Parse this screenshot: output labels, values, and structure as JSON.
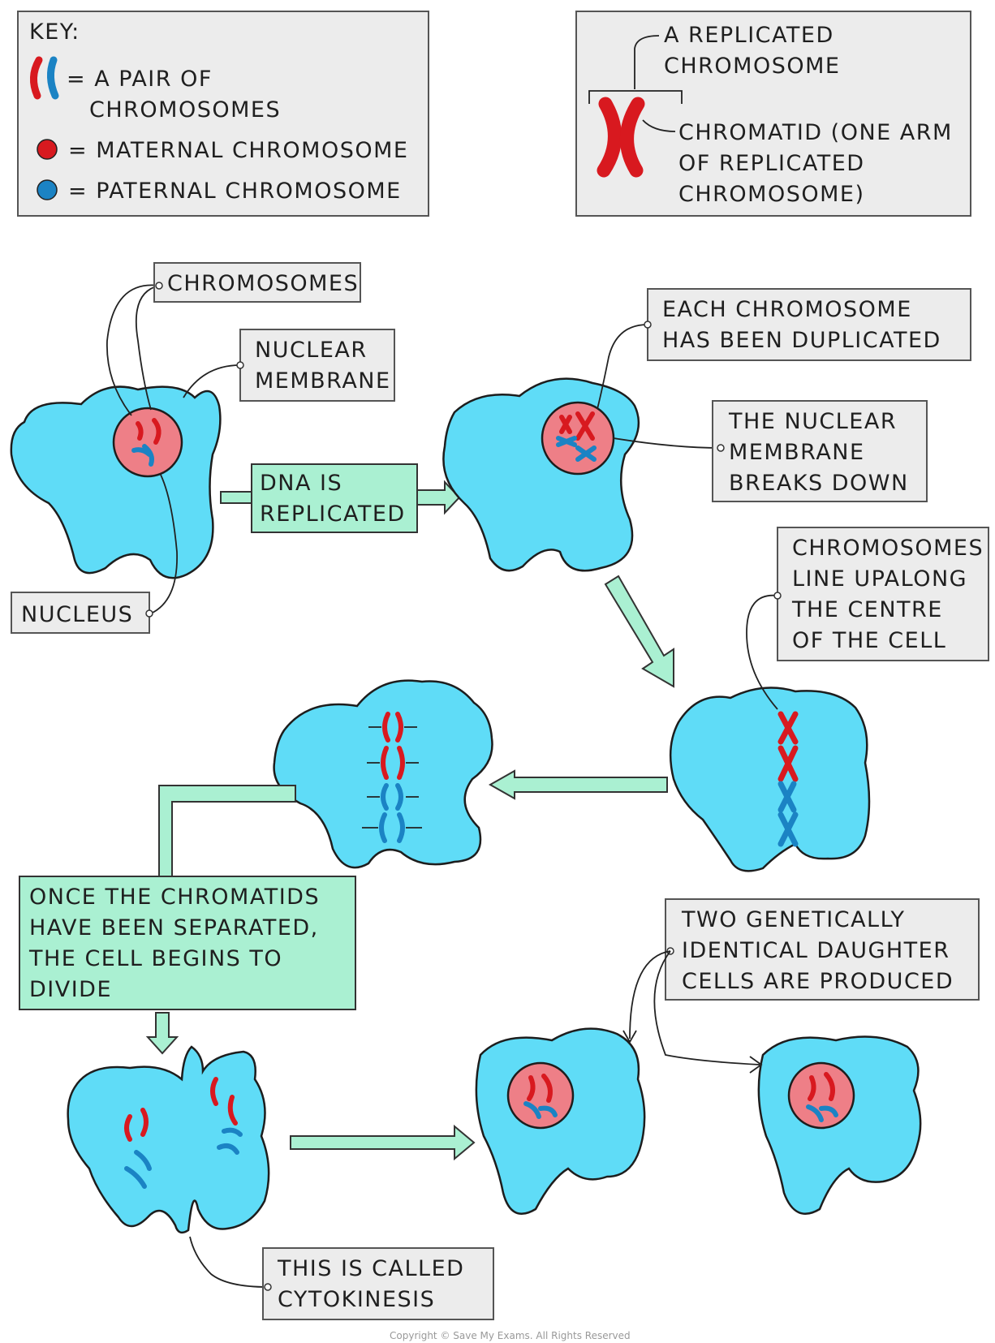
{
  "key": {
    "title": "KEY:",
    "pair_line1": "= A PAIR OF",
    "pair_line2": "CHROMOSOMES",
    "maternal": "= MATERNAL CHROMOSOME",
    "paternal": "= PATERNAL CHROMOSOME"
  },
  "replicated_box": {
    "line1": "A REPLICATED",
    "line2": "CHROMOSOME",
    "chromatid_line1": "CHROMATID (ONE ARM",
    "chromatid_line2": "OF REPLICATED",
    "chromatid_line3": "CHROMOSOME)"
  },
  "labels": {
    "chromosomes": "CHROMOSOMES",
    "nuclear_membrane_line1": "NUCLEAR",
    "nuclear_membrane_line2": "MEMBRANE",
    "nucleus": "NUCLEUS",
    "dna_line1": "DNA IS",
    "dna_line2": "REPLICATED",
    "duplicated_line1": "EACH CHROMOSOME",
    "duplicated_line2": "HAS BEEN DUPLICATED",
    "breaks_line1": "THE NUCLEAR",
    "breaks_line2": "MEMBRANE",
    "breaks_line3": "BREAKS DOWN",
    "lineup_line1": "CHROMOSOMES",
    "lineup_line2": "LINE UPALONG",
    "lineup_line3": "THE CENTRE",
    "lineup_line4": "OF THE CELL",
    "separated_line1": "ONCE THE CHROMATIDS",
    "separated_line2": "HAVE BEEN SEPARATED,",
    "separated_line3": "THE CELL BEGINS TO",
    "separated_line4": "DIVIDE",
    "daughter_line1": "TWO GENETICALLY",
    "daughter_line2": "IDENTICAL DAUGHTER",
    "daughter_line3": "CELLS ARE PRODUCED",
    "cytokinesis_line1": "THIS IS CALLED",
    "cytokinesis_line2": "CYTOKINESIS"
  },
  "copyright": "Copyright © Save My Exams. All Rights Reserved",
  "colors": {
    "cell": "#5fdcf7",
    "nucleus": "#ee7f87",
    "maternal": "#d8191f",
    "paternal": "#1b83c4",
    "label_box": "#ececec",
    "green_box": "#aaf0d2"
  }
}
